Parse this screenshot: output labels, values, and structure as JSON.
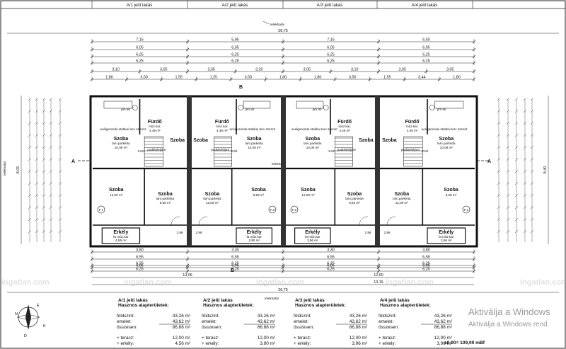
{
  "site": {
    "top_units": [
      "A/1 jelű lakás",
      "A/2 jelű lakás",
      "A/3 jelű lakás",
      "A/4 jelű lakás"
    ],
    "boundary_label": "telekhatár",
    "total_width_top": "26,75",
    "total_width_bottom": "26,75",
    "bottom_totals": [
      "13,06",
      "12,60",
      "13,15"
    ],
    "left_depth": "8,05",
    "right_depth": "8,40",
    "section_mark_A": "A",
    "section_mark_B": "B",
    "level_marker": "±0,00= 109,00 mBf"
  },
  "dimension_rows": [
    [
      "7,15",
      "5,95",
      "7,15",
      "6,50"
    ],
    [
      "6,05",
      "6,05",
      "6,05",
      "6,05"
    ],
    [
      "6,25",
      "6,25",
      "6,25",
      "6,25"
    ],
    [
      "6,25",
      "6,25",
      "6,25",
      "6,25"
    ],
    [
      "3,10",
      "3,05",
      "3,05",
      "3,20",
      "3,05",
      "3,10",
      "3,05",
      "3,05"
    ],
    [
      "1,80",
      "3,50",
      "1,55",
      "1,25",
      "3,50",
      "1,80",
      "1,80",
      "3,50",
      "1,55",
      "3,44",
      "1,80"
    ]
  ],
  "bottom_dimension_rows": [
    [
      "3,80",
      "3,30",
      "3,30",
      "3,80"
    ],
    [
      "6,55",
      "6,55",
      "6,55",
      "6,55"
    ],
    [
      "6,25",
      "6,25",
      "6,25",
      "6,25"
    ],
    [
      "6,25",
      "6,25",
      "6,25",
      "6,25"
    ],
    [
      "6,05",
      "6,05",
      "6,05",
      "6,05"
    ]
  ],
  "rooms": {
    "bath": "Fürdő",
    "bath_floor": "mûz.kar.",
    "bath_area": "4,49 m²",
    "room": "Szoba",
    "room_floor": "lam.parketta",
    "room_upper_area": "10,09 m²",
    "room_lower_areas": [
      "12,09 m²",
      "9,56 m²",
      "12,09 m²",
      "9,56 m²"
    ],
    "corridor": "Közl.",
    "balcony": "Erkély",
    "balcony_floor": "fa mûz.kar",
    "balcony_areas": [
      "4,56 m²",
      "3,90 m²",
      "3,96 m²",
      "3,96 m²"
    ],
    "beam_note": "acélgerenda statikai terv szerint",
    "attic_note": "padlásfeljáró",
    "pm": "pm 90",
    "column_marks": [
      "F.1",
      "F.2",
      "F.2",
      "F.1"
    ],
    "terrace_dim": "2,98"
  },
  "tables": [
    {
      "title1": "A/1 jelű lakás",
      "title2": "Hasznos alapterületek:",
      "rows": [
        [
          "földszint:",
          "43,26 m²"
        ],
        [
          "emelet:",
          "43,62 m²"
        ],
        [
          "összesen:",
          "86,88 m²"
        ]
      ],
      "extras": [
        [
          "+ terasz:",
          "12,00 m²"
        ],
        [
          "+ erkély:",
          "4,56 m²"
        ]
      ]
    },
    {
      "title1": "A/2 jelű lakás",
      "title2": "Hasznos alapterületek:",
      "rows": [
        [
          "földszint:",
          "43,26 m²"
        ],
        [
          "emelet:",
          "43,62 m²"
        ],
        [
          "összesen:",
          "86,88 m²"
        ]
      ],
      "extras": [
        [
          "+ terasz:",
          "12,00 m²"
        ],
        [
          "+ erkély:",
          "3,90 m²"
        ]
      ]
    },
    {
      "title1": "A/3 jelű lakás",
      "title2": "Hasznos alapterületek:",
      "rows": [
        [
          "földszint:",
          "43,26 m²"
        ],
        [
          "emelet:",
          "43,62 m²"
        ],
        [
          "összesen:",
          "86,88 m²"
        ]
      ],
      "extras": [
        [
          "+ terasz:",
          "12,00 m²"
        ],
        [
          "+ erkély:",
          "3,96 m²"
        ]
      ]
    },
    {
      "title1": "A/4 jelű lakás",
      "title2": "Hasznos alapterületek:",
      "rows": [
        [
          "földszint:",
          "43,26 m²"
        ],
        [
          "emelet:",
          "43,62 m²"
        ],
        [
          "összesen:",
          "86,88 m²"
        ]
      ],
      "extras": [
        [
          "+ terasz:",
          "12,00 m²"
        ],
        [
          "+ erkély:",
          "3,96 m²"
        ]
      ]
    }
  ],
  "compass": {
    "n": "N",
    "e": "É",
    "k": "K",
    "d": "D"
  },
  "watermarks": [
    "ingatlan.com",
    "ingatlan.com",
    "ingatlan.com",
    "ingatlan.com",
    "ingatlan.com"
  ],
  "windows_notice": {
    "line1": "Aktiválja a Windows",
    "line2": "Aktiválja a Windows rend"
  }
}
